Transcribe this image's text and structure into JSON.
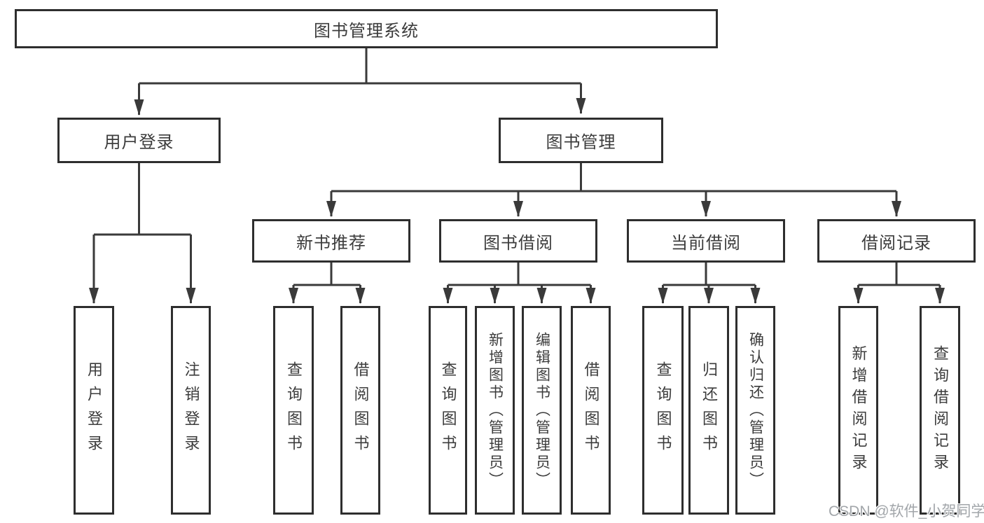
{
  "diagram_type": "function-structure-tree",
  "tree": {
    "label": "图书管理系统",
    "children": [
      {
        "label": "用户登录",
        "children": [
          {
            "label": "用户登录"
          },
          {
            "label": "注销登录"
          }
        ]
      },
      {
        "label": "图书管理",
        "children": [
          {
            "label": "新书推荐",
            "children": [
              {
                "label": "查询图书"
              },
              {
                "label": "借阅图书"
              }
            ]
          },
          {
            "label": "图书借阅",
            "children": [
              {
                "label": "查询图书"
              },
              {
                "label": "新增图书（管理员）"
              },
              {
                "label": "编辑图书（管理员）"
              },
              {
                "label": "借阅图书"
              }
            ]
          },
          {
            "label": "当前借阅",
            "children": [
              {
                "label": "查询图书"
              },
              {
                "label": "归还图书"
              },
              {
                "label": "确认归还（管理员）"
              }
            ]
          },
          {
            "label": "借阅记录",
            "children": [
              {
                "label": "新增借阅记录"
              },
              {
                "label": "查询借阅记录"
              }
            ]
          }
        ]
      }
    ]
  },
  "watermark": {
    "text": "CSDN @软件_小贺同学"
  },
  "colors": {
    "background": "#ffffff",
    "box_border": "#2e2e2e",
    "line": "#3a3a3a",
    "text": "#3c3c3c",
    "watermark": "#a2a6aa"
  }
}
